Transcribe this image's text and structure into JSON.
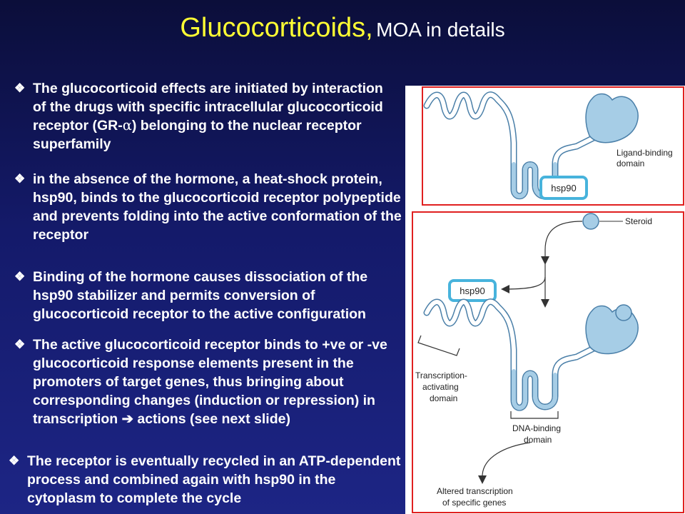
{
  "title": {
    "main": "Glucocorticoids,",
    "sub": "MOA in details"
  },
  "bullets": [
    {
      "mark": "❖",
      "pre": "The glucocorticoid effects are initiated by interaction of the drugs with specific intracellular glucocorticoid receptor (GR-",
      "alpha": "α",
      "post": ") belonging to the nuclear receptor superfamily"
    },
    {
      "mark": "❖",
      "text": "in the absence of the hormone, a heat-shock protein, hsp90, binds to the glucocorticoid receptor polypeptide and prevents folding into the active conformation of the receptor"
    },
    {
      "mark": "❖",
      "text": "Binding of the hormone causes dissociation of the hsp90 stabilizer and permits conversion of glucocorticoid receptor to the active configuration"
    },
    {
      "mark": "❖",
      "pre": "The active glucocorticoid receptor binds to +ve or -ve glucocorticoid response elements present in the promoters of target genes, thus bringing about corresponding changes (induction or repression) in transcription ",
      "arrow": "➔",
      "post": " actions (see next slide)"
    },
    {
      "mark": "❖",
      "text": "The receptor is eventually recycled in an ATP-dependent process and combined again with hsp90 in the cytoplasm to complete the cycle"
    }
  ],
  "figure": {
    "ligand_binding_1": "Ligand-binding",
    "ligand_binding_2": "domain",
    "hsp90_top": "hsp90",
    "steroid": "Steroid",
    "hsp90_released": "hsp90",
    "transcription_1": "Transcription-",
    "transcription_2": "activating",
    "transcription_3": "domain",
    "dna_binding_1": "DNA-binding",
    "dna_binding_2": "domain",
    "altered_1": "Altered transcription",
    "altered_2": "of specific genes",
    "colors": {
      "protein": "#a6cde6",
      "outline": "#4a7fa8",
      "box": "#47b3dc",
      "frame": "#e02020"
    }
  }
}
